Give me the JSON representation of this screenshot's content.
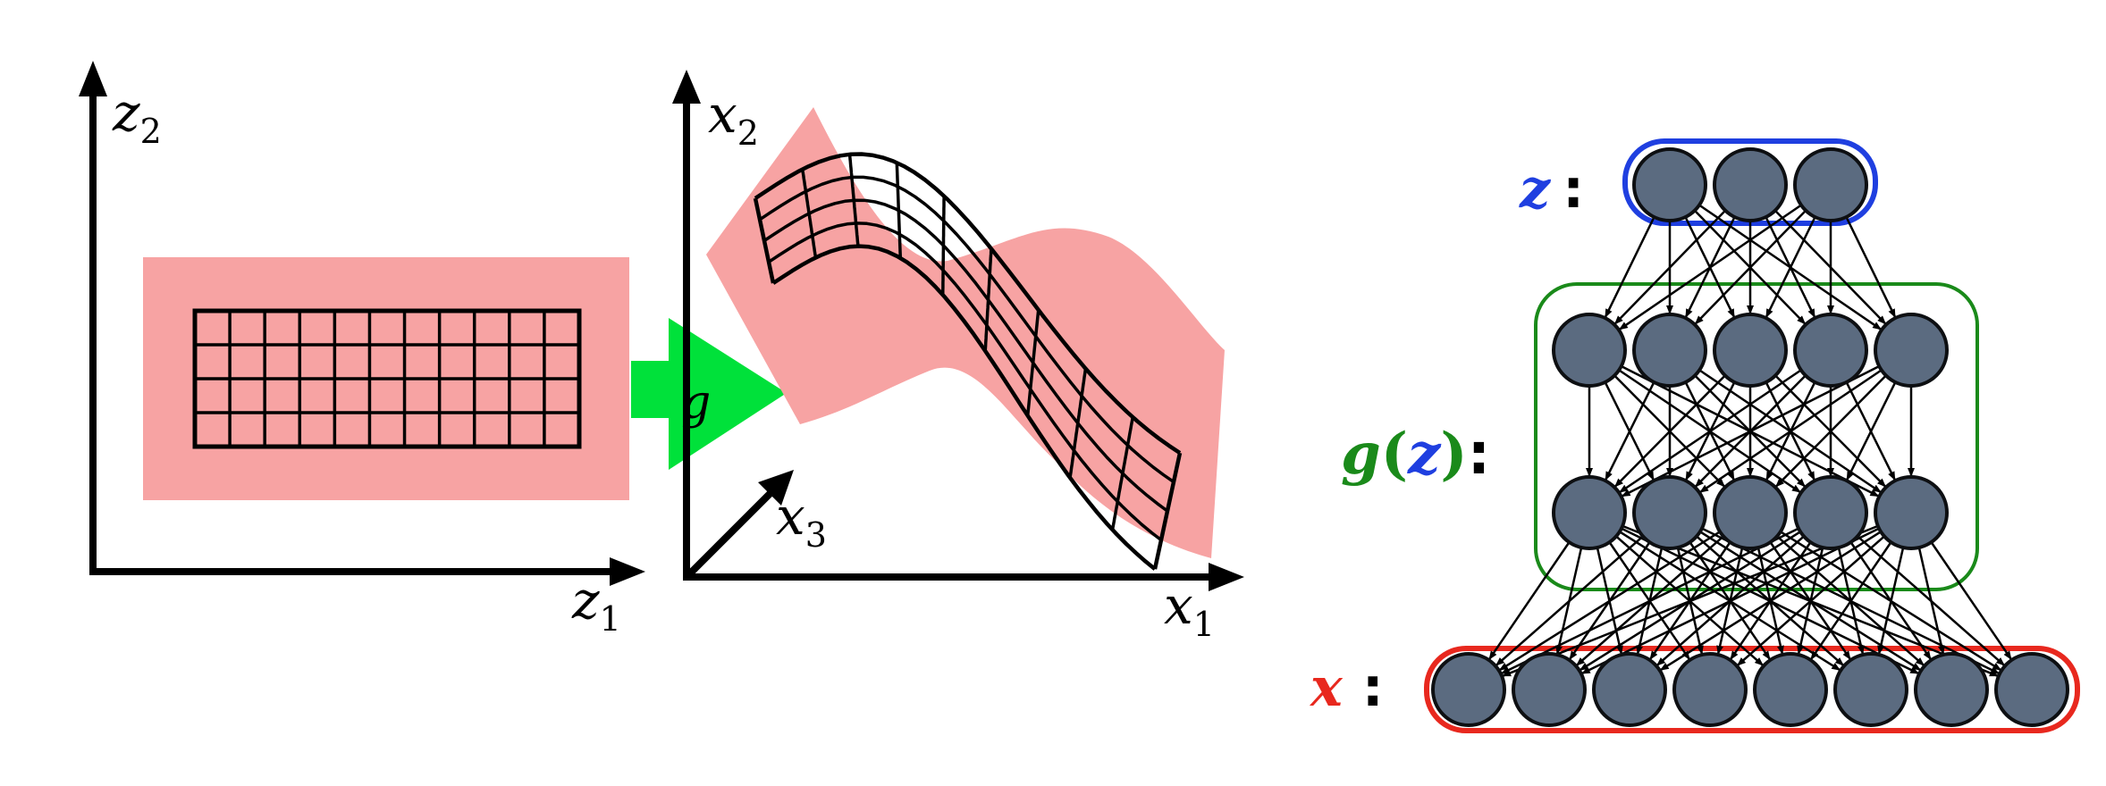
{
  "left_panel": {
    "axis_labels": {
      "vertical": "z",
      "vertical_sub": "2",
      "horizontal": "z",
      "horizontal_sub": "1"
    },
    "grid": {
      "columns": 11,
      "rows": 4
    },
    "colors": {
      "region": "#f7a3a3",
      "grid": "#000000",
      "axis": "#000000"
    }
  },
  "map_arrow": {
    "label": "g",
    "color": "#00e13a"
  },
  "right_panel": {
    "axis_labels": {
      "vertical": "x",
      "vertical_sub": "2",
      "depth": "x",
      "depth_sub": "3",
      "horizontal": "x",
      "horizontal_sub": "1"
    },
    "grid": {
      "columns": 9,
      "rows": 4
    },
    "colors": {
      "region": "#f7a3a3",
      "grid": "#000000"
    }
  },
  "network": {
    "layers": [
      {
        "id": "z",
        "nodes": 3
      },
      {
        "id": "h1",
        "nodes": 5
      },
      {
        "id": "h2",
        "nodes": 5
      },
      {
        "id": "x",
        "nodes": 8
      }
    ],
    "labels": {
      "z": {
        "var": "z",
        "colon": ":",
        "color": "#1f3fe0"
      },
      "gz": {
        "fn": "g",
        "open": "(",
        "var": "z",
        "close": ")",
        "colon": ":",
        "fn_color": "#1a8a1a",
        "var_color": "#1f3fe0"
      },
      "x": {
        "var": "x",
        "colon": ":",
        "color": "#e8281e"
      }
    },
    "colors": {
      "node_fill": "#5b6b80",
      "node_stroke": "#0d0f12",
      "edge": "#000000",
      "z_box": "#1f3fe0",
      "g_box": "#1a8a1a",
      "x_box": "#e8281e"
    }
  }
}
